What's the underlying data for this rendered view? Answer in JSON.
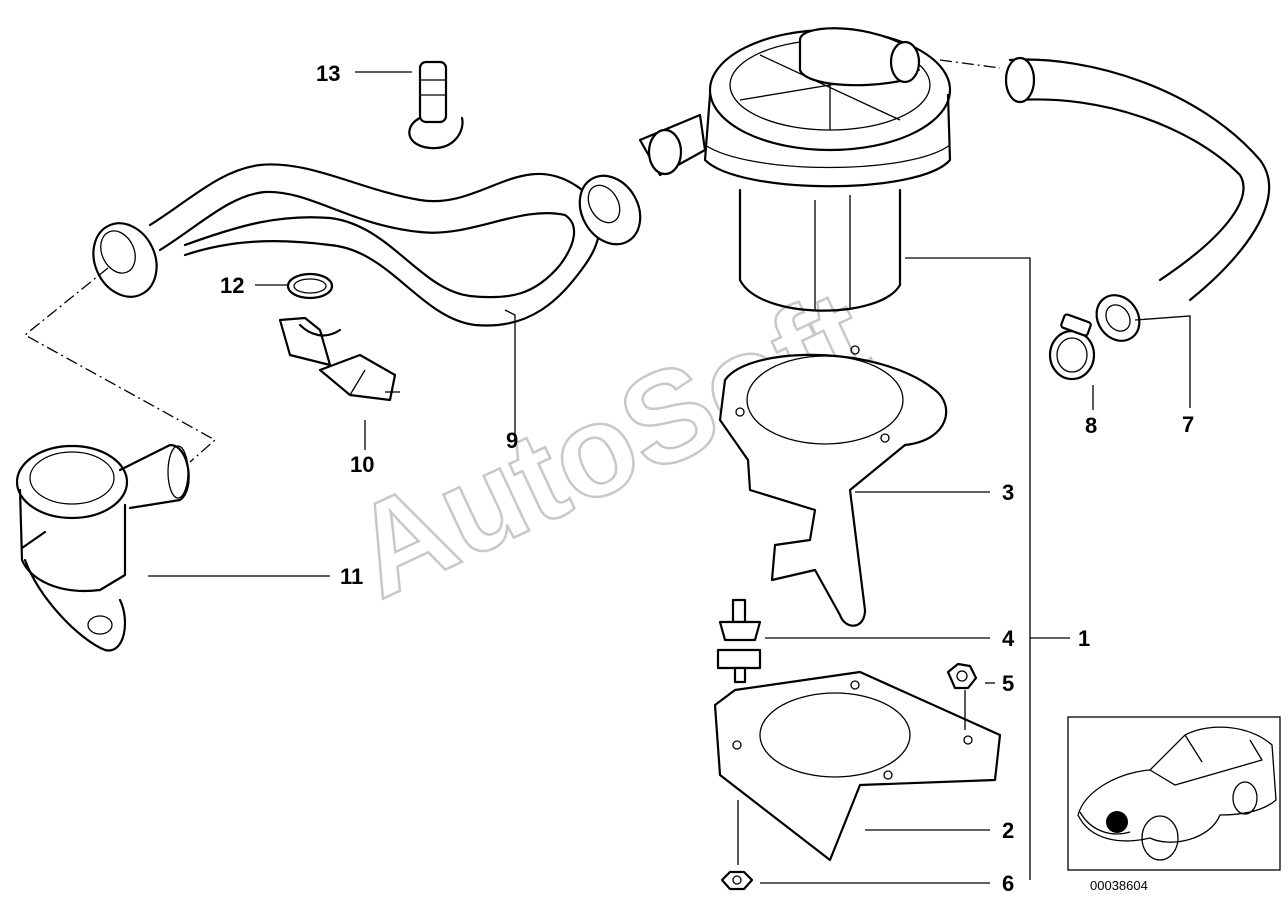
{
  "callouts": {
    "c1": "1",
    "c2": "2",
    "c3": "3",
    "c4": "4",
    "c5": "5",
    "c6": "6",
    "c7": "7",
    "c8": "8",
    "c9": "9",
    "c10": "10",
    "c11": "11",
    "c12": "12",
    "c13": "13"
  },
  "watermark": "AutoSoft",
  "reference_code": "00038604",
  "colors": {
    "line": "#000000",
    "watermark": "#c8c8c8",
    "marker": "#000000"
  }
}
